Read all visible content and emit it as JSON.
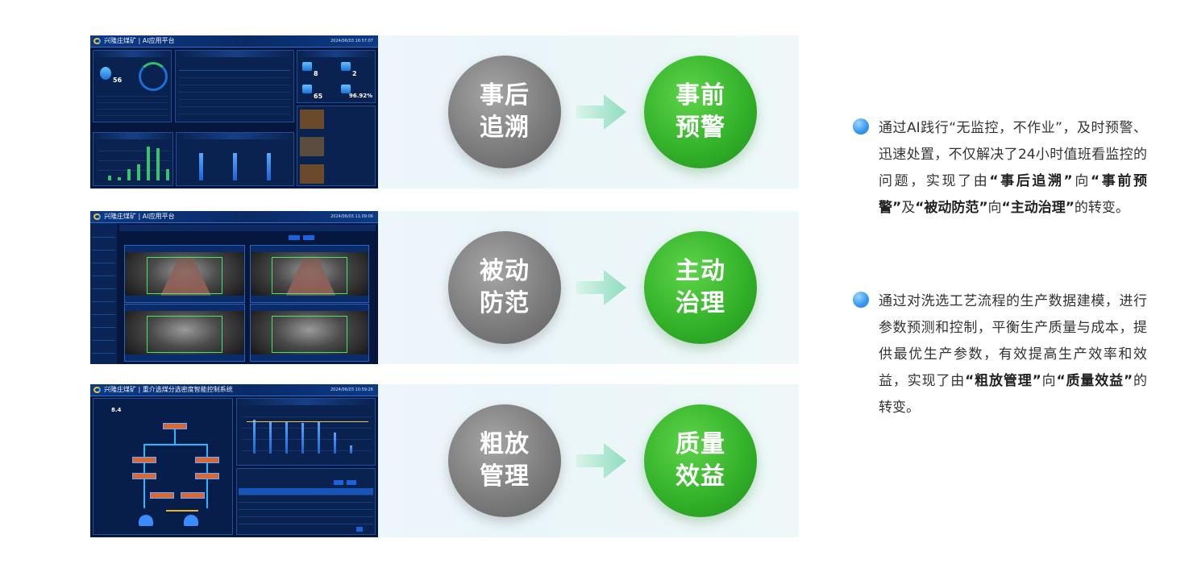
{
  "rows": [
    {
      "screenshot": {
        "title": "兴隆庄煤矿 | AI应用平台",
        "time": "2024/06/03 16:57:07",
        "stats": [
          "56",
          "8",
          "2",
          "65",
          "96.92%"
        ]
      },
      "before": [
        "事后",
        "追溯"
      ],
      "after": [
        "事前",
        "预警"
      ]
    },
    {
      "screenshot": {
        "title": "兴隆庄煤矿 | AI应用平台",
        "time": "2024/06/03 11:09:06"
      },
      "before": [
        "被动",
        "防范"
      ],
      "after": [
        "主动",
        "治理"
      ]
    },
    {
      "screenshot": {
        "title": "兴隆庄煤矿 | 重介选煤分选密度智能控制系统",
        "time": "2024/06/03 10:59:26",
        "stats": [
          "8.4"
        ]
      },
      "before": [
        "粗放",
        "管理"
      ],
      "after": [
        "质量",
        "效益"
      ]
    }
  ],
  "bullets": [
    {
      "parts": [
        {
          "t": "通过AI践行“无监控，不作业”，及时预警、迅速处置，不仅解决了24小时值班看监控的问题，实现了由",
          "b": false
        },
        {
          "t": "“事后追溯”",
          "b": true
        },
        {
          "t": "向",
          "b": false
        },
        {
          "t": "“事前预警”",
          "b": true
        },
        {
          "t": "及",
          "b": false
        },
        {
          "t": "“被动防范”",
          "b": true
        },
        {
          "t": "向",
          "b": false
        },
        {
          "t": "“主动治理”",
          "b": true
        },
        {
          "t": "的转变。",
          "b": false
        }
      ]
    },
    {
      "parts": [
        {
          "t": "通过对洗选工艺流程的生产数据建模，进行参数预测和控制，平衡生产质量与成本，提供最优生产参数，有效提高生产效率和效益，实现了由",
          "b": false
        },
        {
          "t": "“粗放管理”",
          "b": true
        },
        {
          "t": "向",
          "b": false
        },
        {
          "t": "“质量效益”",
          "b": true
        },
        {
          "t": "的转变。",
          "b": false
        }
      ]
    }
  ],
  "colors": {
    "before_circle": "#7d7d7d",
    "after_circle": "#34b32a",
    "arrow": "#8fdcc0",
    "bullet_dot": "#3b9bf0",
    "row_bg": "#eef6fa"
  },
  "icons": {
    "arrow": "right-arrow-icon",
    "bullet": "bullet-dot-icon"
  }
}
